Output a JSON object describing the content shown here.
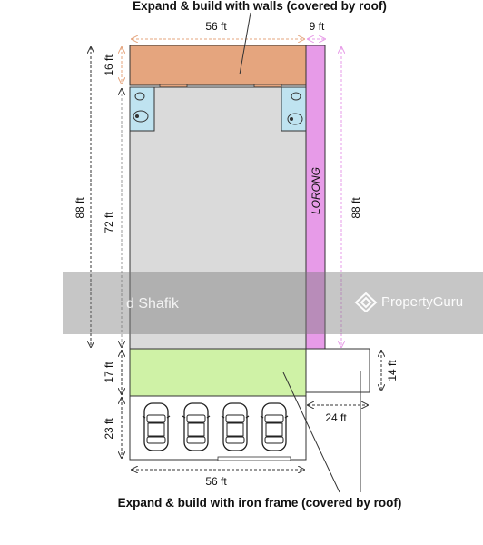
{
  "captions": {
    "top": "Expand & build with walls (covered by roof)",
    "bottom": "Expand & build with iron frame (covered by roof)"
  },
  "dimensions": {
    "top_width": "56 ft",
    "lorong_width": "9 ft",
    "top_depth": "16 ft",
    "main_depth": "72 ft",
    "total_depth_left": "88 ft",
    "total_depth_right": "88 ft",
    "front_depth": "17 ft",
    "parking_depth": "23 ft",
    "bottom_width": "56 ft",
    "annex_width": "24 ft",
    "annex_depth": "14 ft"
  },
  "labels": {
    "lane": "LORONG"
  },
  "watermark": {
    "owner": "d Shafik",
    "brand": "PropertyGuru"
  },
  "colors": {
    "roof_extension": "#E5A57E",
    "main_area": "#DADADA",
    "toilet": "#BFE3F0",
    "lane": "#E79BE8",
    "front_extension": "#CFF2A6",
    "parking": "#FFFFFF"
  },
  "icons": {
    "car": "car-topdown-icon",
    "toilet": "toilet-icon",
    "brand": "propertyguru-house-icon"
  }
}
